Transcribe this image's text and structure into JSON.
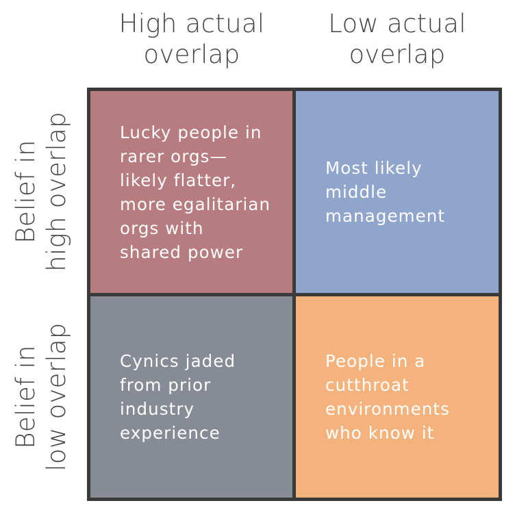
{
  "columns": {
    "high_actual": "High actual\noverlap",
    "low_actual": "Low actual\noverlap"
  },
  "rows": {
    "belief_high": "Belief in\nhigh overlap",
    "belief_low": "Belief in\nlow overlap"
  },
  "quadrants": {
    "top_left": {
      "text": "Lucky people in\nrarer orgs—\nlikely flatter,\nmore egalitarian\norgs with\nshared power",
      "color": "#b77c7f"
    },
    "top_right": {
      "text": "Most likely\nmiddle\nmanagement",
      "color": "#8fa5cb"
    },
    "bottom_left": {
      "text": "Cynics jaded\nfrom prior\nindustry\nexperience",
      "color": "#878b95"
    },
    "bottom_right": {
      "text": "People in a\ncutthroat\nenvironments\nwho know it",
      "color": "#f4b37c"
    }
  },
  "colors": {
    "border": "#3a3a3a",
    "header_text": "#444444",
    "cell_text": "#ffffff"
  }
}
